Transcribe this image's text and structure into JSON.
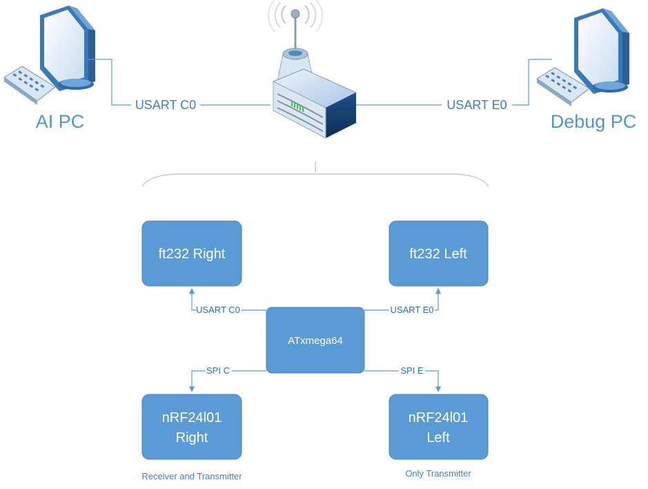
{
  "top": {
    "ai_pc_label": "AI PC",
    "debug_pc_label": "Debug PC",
    "usart_c0_label": "USART C0",
    "usart_e0_label": "USART E0"
  },
  "blocks": {
    "ft232_right": "ft232 Right",
    "ft232_left": "ft232 Left",
    "mcu": "ATxmega64",
    "nrf_right_line1": "nRF24l01",
    "nrf_right_line2": "Right",
    "nrf_left_line1": "nRF24l01",
    "nrf_left_line2": "Left"
  },
  "links": {
    "usart_c0": "USART C0",
    "usart_e0": "USART E0",
    "spi_c": "SPI C",
    "spi_e": "SPI E"
  },
  "notes": {
    "right_radio": "Receiver and Transmitter",
    "left_radio": "Only Transmitter"
  },
  "colors": {
    "block_fill": "#5b9bd5",
    "block_stroke": "#4a86c0",
    "line": "#5b9bd5",
    "text_blue": "#4f94d4"
  }
}
